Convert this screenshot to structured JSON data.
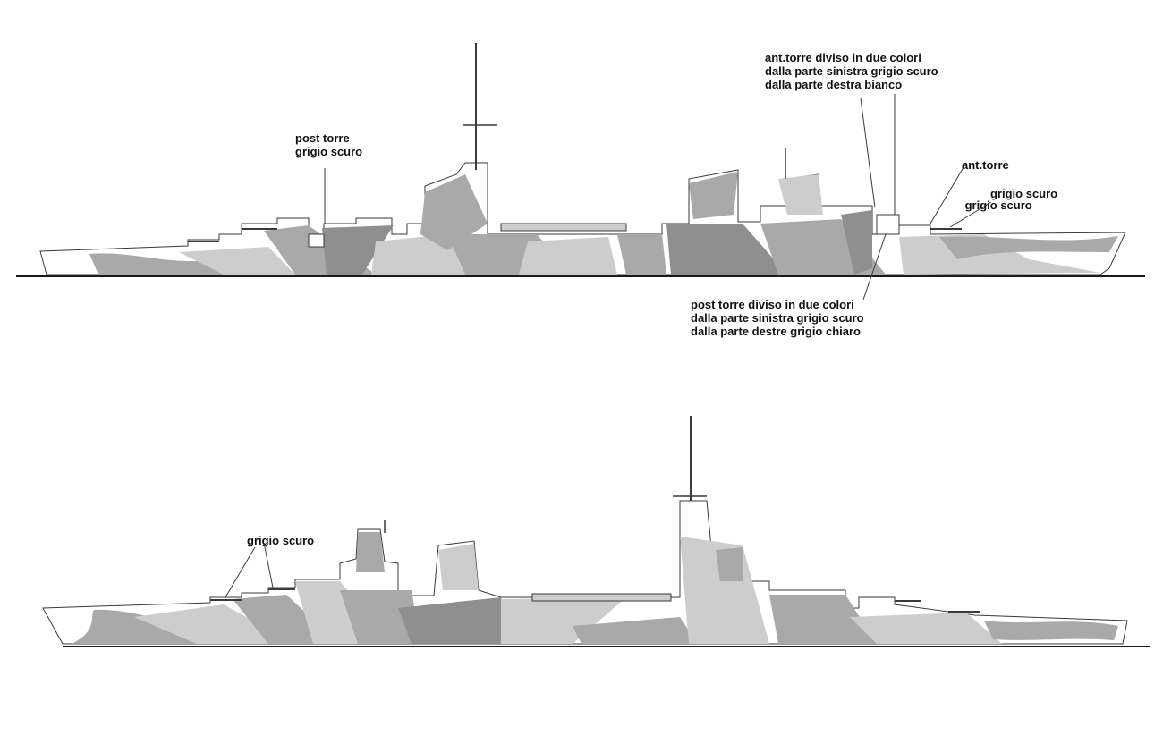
{
  "colors": {
    "dark_grey": "#8f8f8f",
    "mid_grey": "#a9a9a9",
    "light_grey": "#cdcdcd",
    "white": "#ffffff",
    "outline": "#3a3a3a",
    "waterline": "#1a1a1a"
  },
  "top_view": {
    "labels": {
      "post_torre": [
        "post torre",
        "grigio scuro"
      ],
      "ant_torre_diviso": [
        "ant.torre diviso in due colori",
        "dalla parte sinistra grigio scuro",
        "dalla parte destra bianco"
      ],
      "ant_torre": [
        "ant.torre",
        " grigio scuro"
      ],
      "grigio_scuro_bow": [
        "grigio scuro"
      ],
      "post_torre_diviso": [
        "post torre diviso in due colori",
        "dalla parte sinistra grigio scuro",
        "dalla parte destre grigio chiaro"
      ]
    }
  },
  "bottom_view": {
    "labels": {
      "grigio_scuro_stern": [
        "grigio scuro"
      ]
    }
  }
}
